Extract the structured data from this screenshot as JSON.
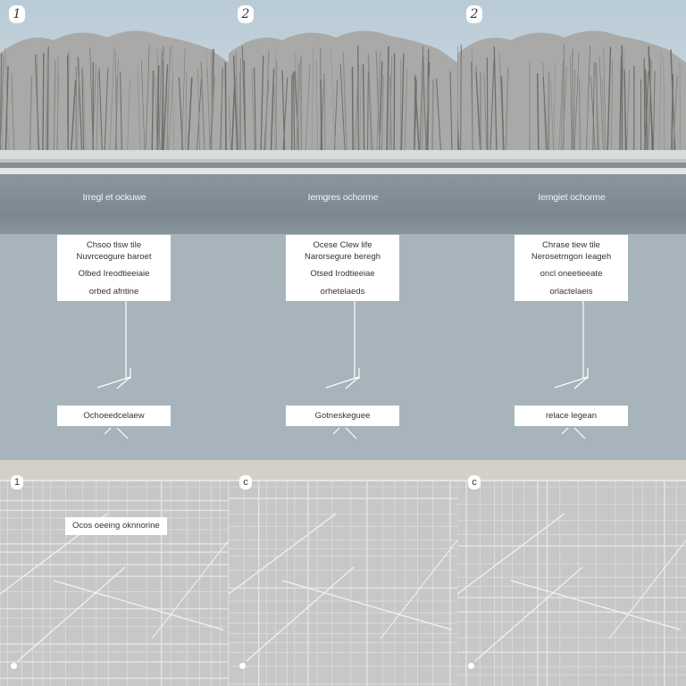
{
  "panels": [
    {
      "badge": "1",
      "band_title": "Irregl et ockuwe",
      "box_lines": [
        "Chsoo tlsw tile",
        "Nuvrceogure baroet",
        "Olbed Ireodtieeiaie",
        "orbed afntine"
      ],
      "result_box": "Ochoeedcelaew",
      "map_badge": "1",
      "map_label": "Ocos oeeing oknnorine"
    },
    {
      "badge": "2",
      "band_title": "Iemgres ochorme",
      "box_lines": [
        "Ocese Clew life",
        "Narorsegure beregh",
        "Otsed Irodtieeiae",
        "orhetelaeds"
      ],
      "result_box": "Gotneskeguee",
      "map_badge": "c",
      "map_label": ""
    },
    {
      "badge": "2",
      "band_title": "Iemgiet ochorme",
      "box_lines": [
        "Chrase tiew tile",
        "Nerosetrngon Ieageh",
        "oncl oneetieeate",
        "orlactelaeis"
      ],
      "result_box": "relace legean",
      "map_badge": "c",
      "map_label": ""
    }
  ],
  "colors": {
    "band": "#7c8891",
    "flow": "#a7b4bc",
    "map": "#c7c7c7",
    "sky": "#b9cbd6"
  }
}
